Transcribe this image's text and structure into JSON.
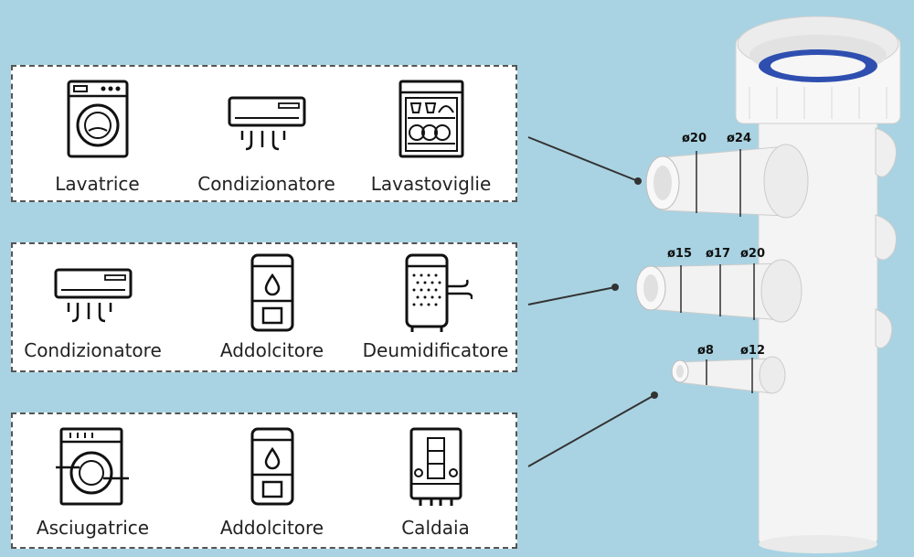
{
  "panels": [
    {
      "items": [
        {
          "label": "Lavatrice",
          "icon": "washing-machine-icon"
        },
        {
          "label": "Condizionatore",
          "icon": "air-conditioner-icon"
        },
        {
          "label": "Lavastoviglie",
          "icon": "dishwasher-icon"
        }
      ]
    },
    {
      "items": [
        {
          "label": "Condizionatore",
          "icon": "air-conditioner-icon"
        },
        {
          "label": "Addolcitore",
          "icon": "water-softener-icon"
        },
        {
          "label": "Deumidificatore",
          "icon": "dehumidifier-icon"
        }
      ]
    },
    {
      "items": [
        {
          "label": "Asciugatrice",
          "icon": "dryer-icon"
        },
        {
          "label": "Addolcitore",
          "icon": "water-softener-icon"
        },
        {
          "label": "Caldaia",
          "icon": "boiler-icon"
        }
      ]
    }
  ],
  "dimensions": {
    "top": [
      "ø20",
      "ø24"
    ],
    "middle": [
      "ø15",
      "ø17",
      "ø20"
    ],
    "bottom": [
      "ø8",
      "ø12"
    ]
  },
  "colors": {
    "background": "#a9d3e3",
    "pipe": "#f4f4f4",
    "gasket": "#2f4fb0"
  }
}
